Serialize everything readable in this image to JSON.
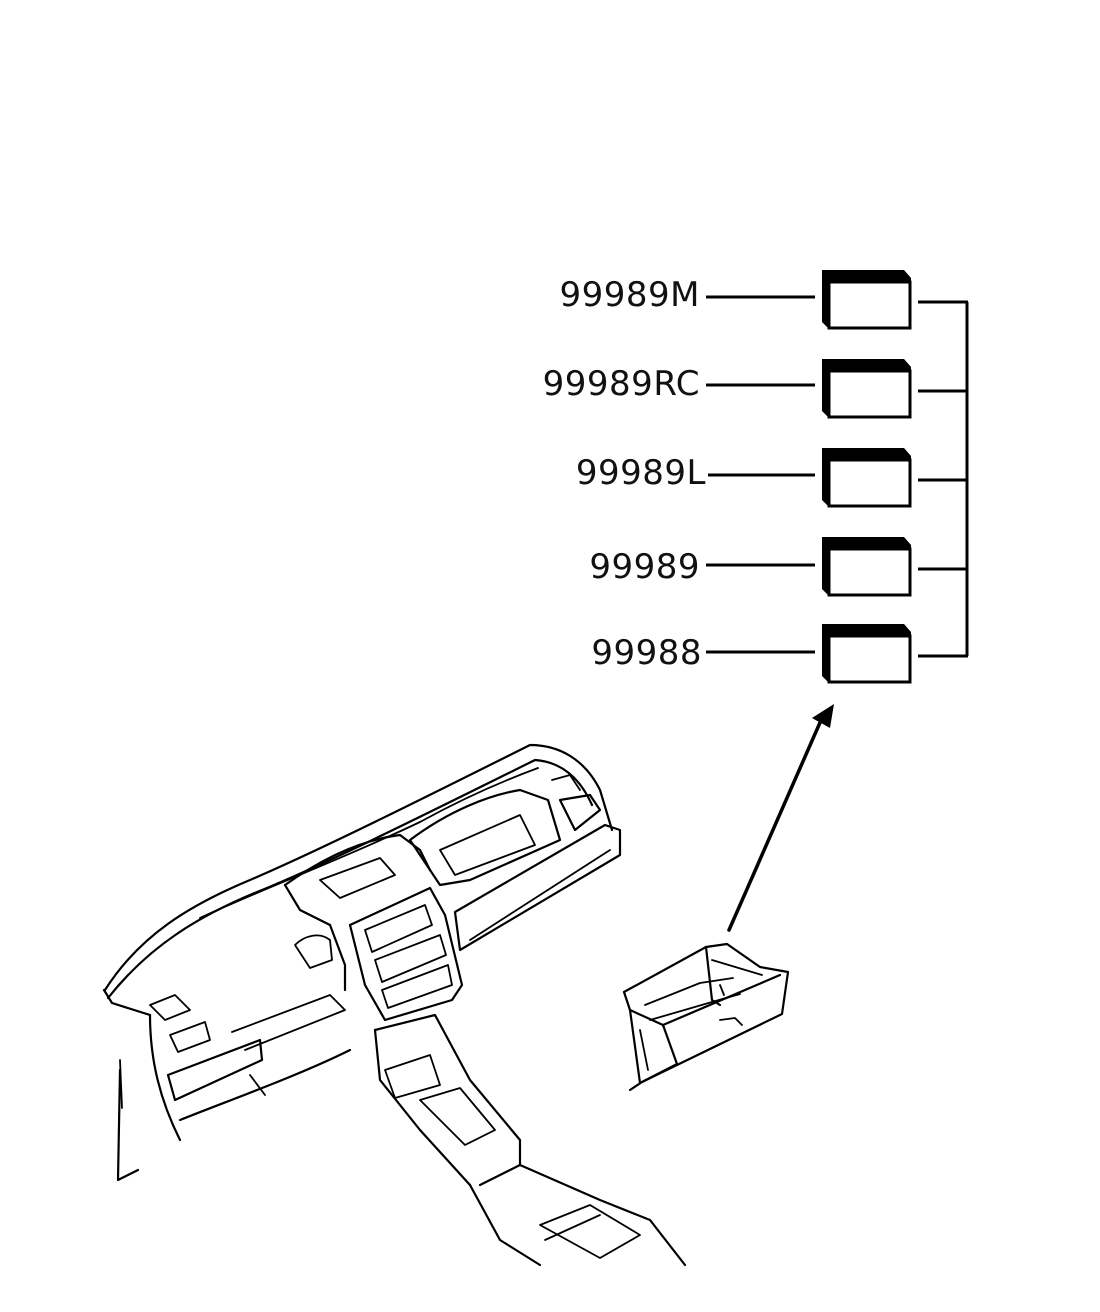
{
  "diagram": {
    "part_numbers": [
      "99989M",
      "99989RC",
      "99989L",
      "99989",
      "99988"
    ]
  }
}
